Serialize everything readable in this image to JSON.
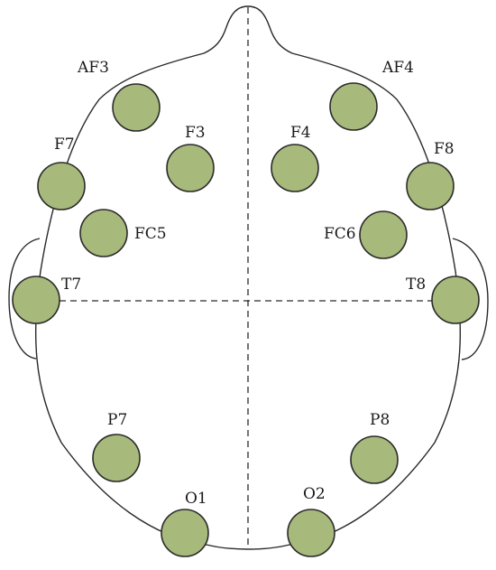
{
  "colors": {
    "electrode_fill": "#a7b97b",
    "outline": "#2a2a2a",
    "background": "#ffffff"
  },
  "electrodes": [
    {
      "id": "af3",
      "label": "AF3"
    },
    {
      "id": "af4",
      "label": "AF4"
    },
    {
      "id": "f3",
      "label": "F3"
    },
    {
      "id": "f4",
      "label": "F4"
    },
    {
      "id": "f7",
      "label": "F7"
    },
    {
      "id": "f8",
      "label": "F8"
    },
    {
      "id": "fc5",
      "label": "FC5"
    },
    {
      "id": "fc6",
      "label": "FC6"
    },
    {
      "id": "t7",
      "label": "T7"
    },
    {
      "id": "t8",
      "label": "T8"
    },
    {
      "id": "p7",
      "label": "P7"
    },
    {
      "id": "p8",
      "label": "P8"
    },
    {
      "id": "o1",
      "label": "O1"
    },
    {
      "id": "o2",
      "label": "O2"
    }
  ]
}
